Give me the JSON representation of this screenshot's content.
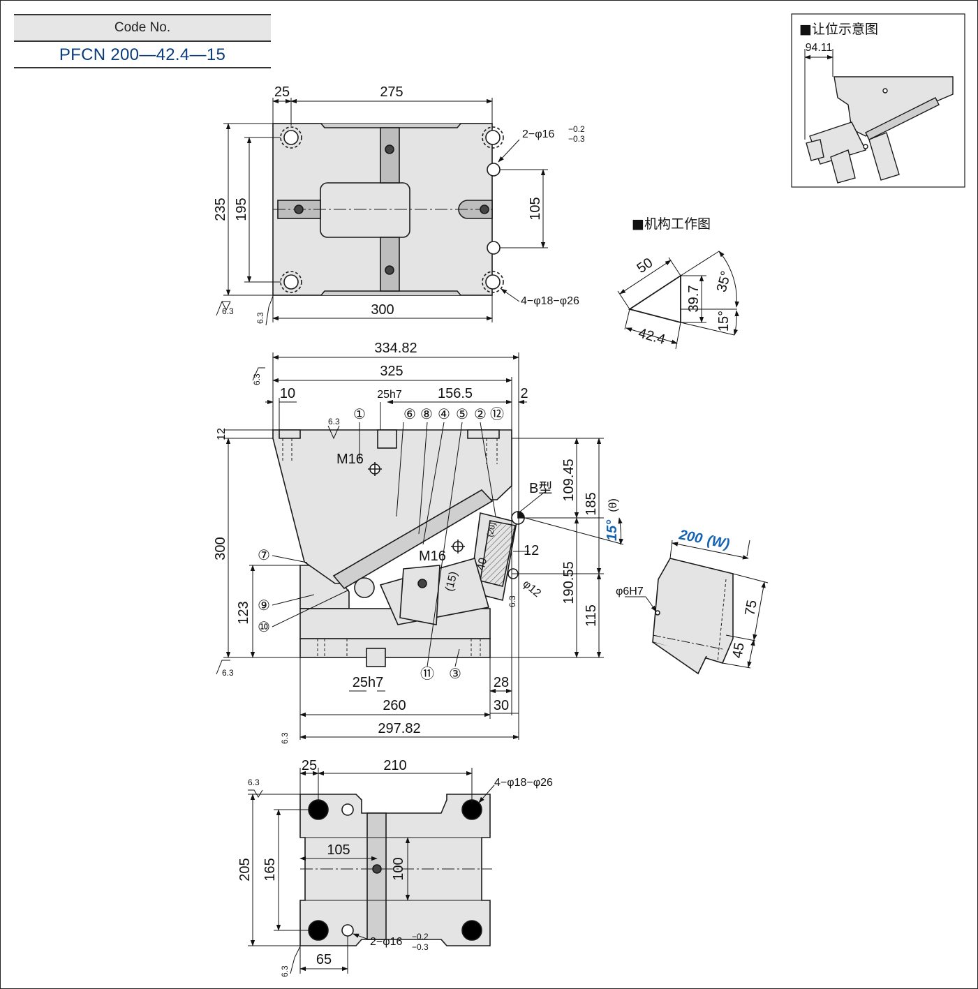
{
  "code_block": {
    "header": "Code No.",
    "value": "PFCN 200—42.4—15"
  },
  "titles": {
    "clearance": "■让位示意图",
    "mechanism": "■机构工作图"
  },
  "top_view": {
    "d_25": "25",
    "d_275": "275",
    "d_235": "235",
    "d_195": "195",
    "d_105": "105",
    "d_300": "300",
    "hole_small": "2−φ16",
    "tol_up": "−0.2",
    "tol_dn": "−0.3",
    "hole_large": "4−φ18−φ26",
    "finish": "6.3"
  },
  "side_view": {
    "d_33482": "334.82",
    "d_325": "325",
    "d_10": "10",
    "d_25h7": "25h7",
    "d_1565": "156.5",
    "d_2": "2",
    "d_12": "12",
    "d_300": "300",
    "d_123": "123",
    "d_10945": "109.45",
    "d_185": "185",
    "d_19055": "190.55",
    "d_115": "115",
    "angle": "15°",
    "theta": "(θ)",
    "b_type": "B型",
    "m16": "M16",
    "d_20": "(20)",
    "d_40": "40",
    "d_15": "(15)",
    "d_12b": "12",
    "phi12": "φ12",
    "d_25h7_bottom": "25h7",
    "d_260": "260",
    "d_28": "28",
    "d_30": "30",
    "d_29782": "297.82",
    "callouts": [
      "①",
      "⑥",
      "⑧",
      "④",
      "⑤",
      "②",
      "⑫",
      "⑦",
      "⑨",
      "⑩",
      "⑪",
      "③"
    ]
  },
  "bottom_view": {
    "d_25": "25",
    "d_210": "210",
    "hole_large": "4−φ18−φ26",
    "d_205": "205",
    "d_165": "165",
    "d_105": "105",
    "d_100": "100",
    "d_65": "65",
    "hole_small": "2−φ16",
    "tol_up": "−0.2",
    "tol_dn": "−0.3"
  },
  "mechanism": {
    "d_50": "50",
    "d_397": "39.7",
    "d_424": "42.4",
    "a_35": "35°",
    "a_15": "15°"
  },
  "clearance": {
    "d_9411": "94.11"
  },
  "width_view": {
    "width": "200",
    "w": "(W)",
    "pin": "φ6H7",
    "d_75": "75",
    "d_45": "45"
  },
  "colors": {
    "part_fill": "#e4e4e4",
    "line": "#1a1a1a",
    "accent_blue": "#1462b3",
    "code_blue": "#0b3c7a"
  }
}
